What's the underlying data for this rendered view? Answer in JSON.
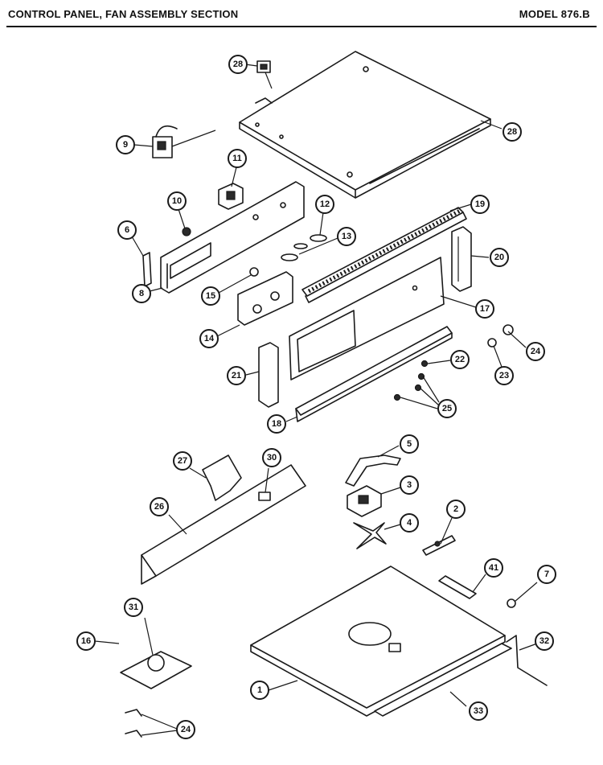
{
  "header": {
    "title": "CONTROL PANEL, FAN ASSEMBLY SECTION",
    "model": "MODEL 876.B"
  },
  "callouts": [
    {
      "id": "c28a",
      "label": "28"
    },
    {
      "id": "c28b",
      "label": "28"
    },
    {
      "id": "c9",
      "label": "9"
    },
    {
      "id": "c11",
      "label": "11"
    },
    {
      "id": "c10",
      "label": "10"
    },
    {
      "id": "c12",
      "label": "12"
    },
    {
      "id": "c19",
      "label": "19"
    },
    {
      "id": "c6",
      "label": "6"
    },
    {
      "id": "c13",
      "label": "13"
    },
    {
      "id": "c20",
      "label": "20"
    },
    {
      "id": "c8",
      "label": "8"
    },
    {
      "id": "c15",
      "label": "15"
    },
    {
      "id": "c17",
      "label": "17"
    },
    {
      "id": "c14",
      "label": "14"
    },
    {
      "id": "c24a",
      "label": "24"
    },
    {
      "id": "c22",
      "label": "22"
    },
    {
      "id": "c23",
      "label": "23"
    },
    {
      "id": "c21",
      "label": "21"
    },
    {
      "id": "c25",
      "label": "25"
    },
    {
      "id": "c18",
      "label": "18"
    },
    {
      "id": "c5",
      "label": "5"
    },
    {
      "id": "c27",
      "label": "27"
    },
    {
      "id": "c30",
      "label": "30"
    },
    {
      "id": "c3",
      "label": "3"
    },
    {
      "id": "c26",
      "label": "26"
    },
    {
      "id": "c2",
      "label": "2"
    },
    {
      "id": "c4",
      "label": "4"
    },
    {
      "id": "c41",
      "label": "41"
    },
    {
      "id": "c7",
      "label": "7"
    },
    {
      "id": "c31",
      "label": "31"
    },
    {
      "id": "c16",
      "label": "16"
    },
    {
      "id": "c32",
      "label": "32"
    },
    {
      "id": "c1",
      "label": "1"
    },
    {
      "id": "c33",
      "label": "33"
    },
    {
      "id": "c24b",
      "label": "24"
    }
  ]
}
